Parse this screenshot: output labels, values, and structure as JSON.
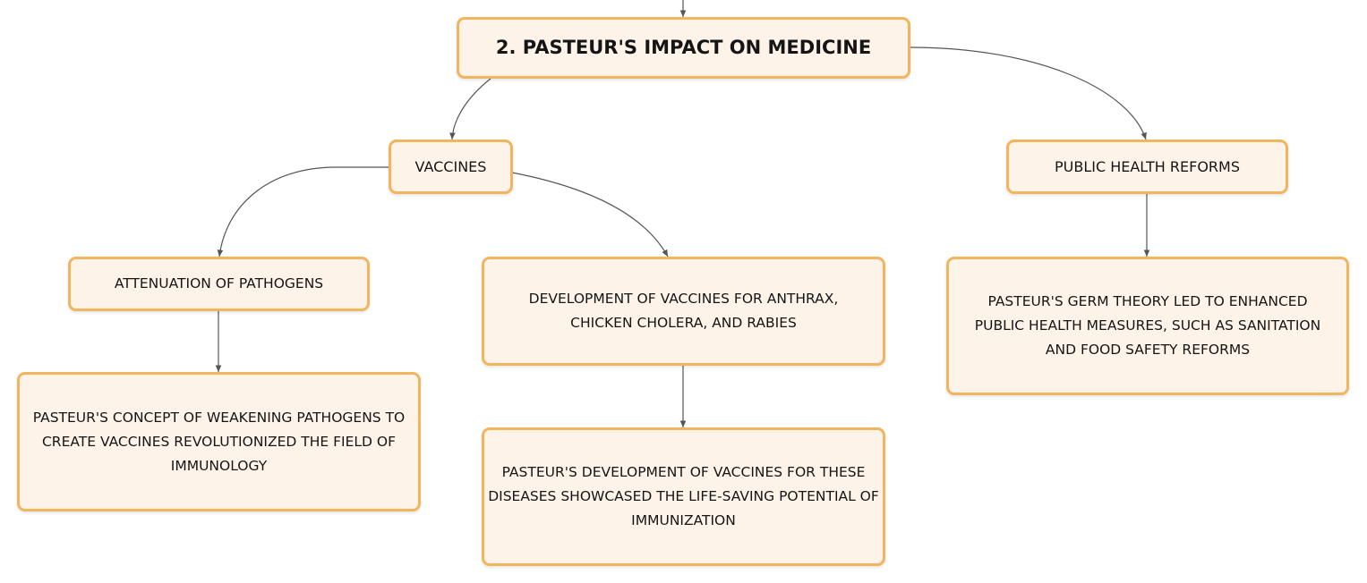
{
  "nodes": {
    "root": "2. PASTEUR'S IMPACT ON MEDICINE",
    "vaccines": "VACCINES",
    "public_health": "PUBLIC HEALTH REFORMS",
    "attenuation": "ATTENUATION OF PATHOGENS",
    "development": "DEVELOPMENT OF VACCINES FOR ANTHRAX, CHICKEN CHOLERA, AND RABIES",
    "attenuation_detail": "PASTEUR'S CONCEPT OF WEAKENING PATHOGENS TO CREATE VACCINES REVOLUTIONIZED THE FIELD OF IMMUNOLOGY",
    "development_detail": "PASTEUR'S DEVELOPMENT OF VACCINES FOR THESE DISEASES SHOWCASED THE LIFE-SAVING POTENTIAL OF IMMUNIZATION",
    "public_health_detail": "PASTEUR'S GERM THEORY LED TO ENHANCED PUBLIC HEALTH MEASURES, SUCH AS SANITATION AND FOOD SAFETY REFORMS"
  },
  "colors": {
    "node_fill": "#fdf3e9",
    "node_border": "#f2b45c",
    "connector": "#555555",
    "text": "#151515"
  }
}
